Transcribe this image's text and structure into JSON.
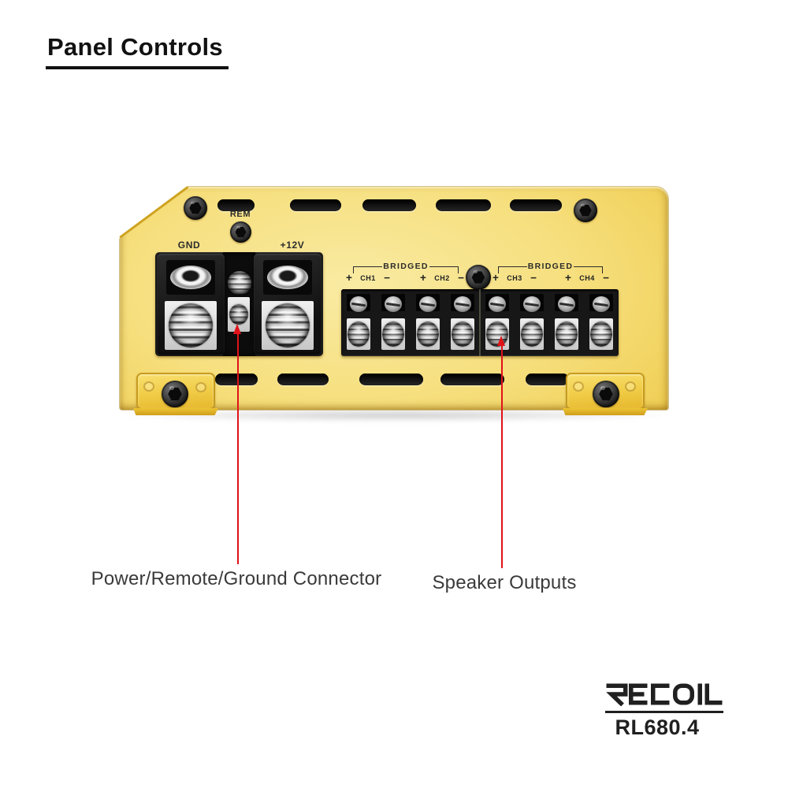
{
  "page": {
    "title": "Panel Controls"
  },
  "device": {
    "name": "amplifier rear panel",
    "panel_color": "#efc844",
    "terminal_block_color": "#171717",
    "power_labels": {
      "gnd": "GND",
      "rem": "REM",
      "v12": "+12V"
    },
    "plus": "+",
    "minus": "−",
    "bridged_groups": [
      {
        "label": "BRIDGED",
        "channels": [
          "CH1",
          "CH2"
        ]
      },
      {
        "label": "BRIDGED",
        "channels": [
          "CH3",
          "CH4"
        ]
      }
    ],
    "speaker_terminal_count": 8
  },
  "annotations": {
    "arrow_color": "#e01219",
    "items": [
      {
        "label": "Power/Remote/Ground Connector"
      },
      {
        "label": "Speaker Outputs"
      }
    ]
  },
  "brand": {
    "logo": "RECOIL",
    "model": "RL680.4"
  }
}
